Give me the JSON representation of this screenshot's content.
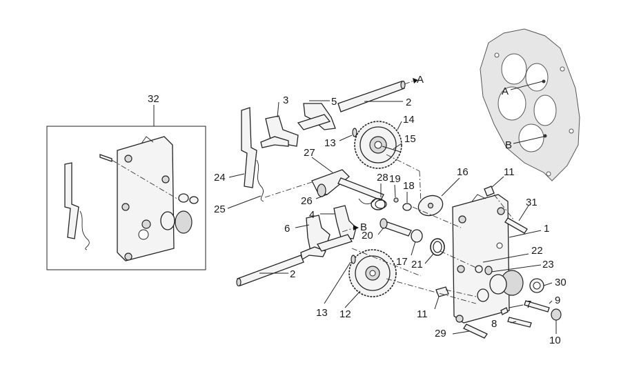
{
  "callouts": {
    "c1": "1",
    "c2a": "2",
    "c2b": "2",
    "c3": "3",
    "c4": "4",
    "c5": "5",
    "c6": "6",
    "c7": "7",
    "c8": "8",
    "c9": "9",
    "c10": "10",
    "c11a": "11",
    "c11b": "11",
    "c12": "12",
    "c13a": "13",
    "c13b": "13",
    "c14": "14",
    "c15": "15",
    "c16": "16",
    "c17": "17",
    "c18": "18",
    "c19": "19",
    "c20": "20",
    "c21": "21",
    "c22": "22",
    "c23": "23",
    "c24": "24",
    "c25": "25",
    "c26": "26",
    "c27": "27",
    "c28": "28",
    "c29": "29",
    "c30": "30",
    "c31": "31",
    "c32": "32"
  },
  "refs": {
    "a_shaft": "A",
    "a_housing": "A",
    "b_shaft": "B",
    "b_housing": "B"
  }
}
